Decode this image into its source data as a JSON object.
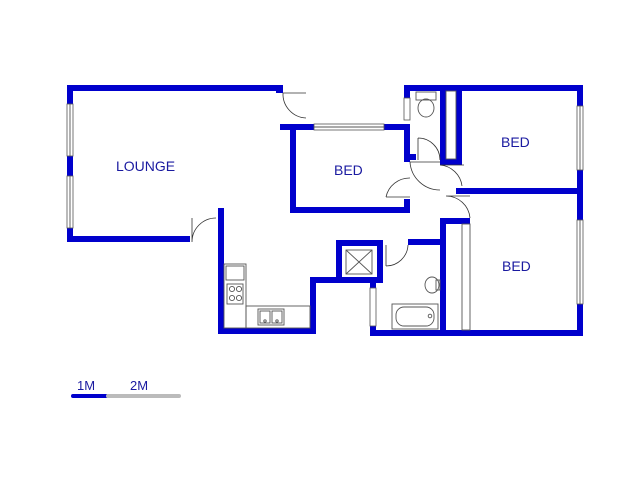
{
  "rooms": {
    "lounge": "LOUNGE",
    "bed_center": "BED",
    "bed_top_right": "BED",
    "bed_bottom_right": "BED"
  },
  "scale": {
    "label_1": "1M",
    "label_2": "2M"
  },
  "colors": {
    "wall": "#0000cc",
    "label": "#1a1aa0",
    "scale_secondary": "#bbbbbb"
  }
}
